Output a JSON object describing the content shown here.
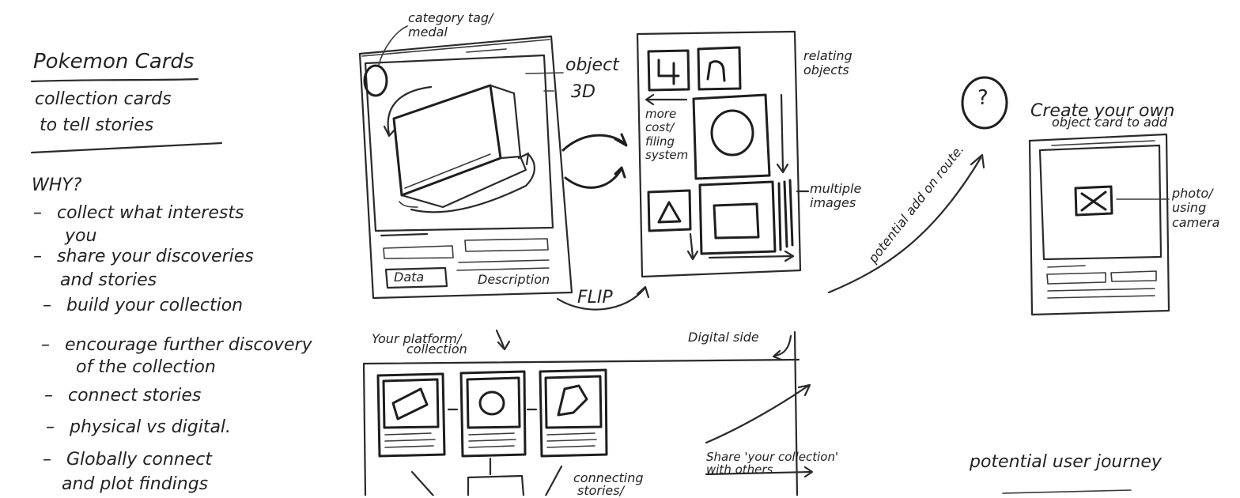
{
  "left_notes": {
    "title": "Pokemon Cards",
    "subtitle_line1": "collection cards",
    "subtitle_line2": "to tell stories",
    "why_heading": "WHY?",
    "bullets": [
      {
        "line1": "collect what interests",
        "line2": "you"
      },
      {
        "line1": "share your discoveries",
        "line2": "and stories"
      },
      {
        "line1": "build your collection",
        "line2": ""
      },
      {
        "line1": "encourage further discovery",
        "line2": "of the collection"
      },
      {
        "line1": "connect stories",
        "line2": ""
      },
      {
        "line1": "physical vs digital.",
        "line2": ""
      },
      {
        "line1": "Globally connect",
        "line2": "and plot findings"
      }
    ]
  },
  "card_front": {
    "annotation_category": "category tag/ medal",
    "annotation_object": "object",
    "annotation_3d": "3D",
    "data_button": "Data",
    "description_label": "Description"
  },
  "flip_label": "FLIP",
  "card_back": {
    "annotation_relating": "relating objects",
    "annotation_more": "more cost/ filing system",
    "annotation_images": "multiple images"
  },
  "add_card": {
    "question_mark": "?",
    "annotation_potential": "potential add on route.",
    "create_title_line1": "Create your own",
    "create_title_line2": "object card to add",
    "annotation_photo": "photo/ using camera"
  },
  "platform": {
    "label_line1": "Your platform/",
    "label_line2": "collection",
    "digital_side": "Digital side",
    "share_line1": "Share 'your collection'",
    "share_line2": "with others",
    "connecting_line1": "connecting",
    "connecting_line2": "stories/"
  },
  "user_journey": "potential user journey",
  "colors": {
    "ink": "#2a2a2a",
    "paper": "#ffffff"
  }
}
